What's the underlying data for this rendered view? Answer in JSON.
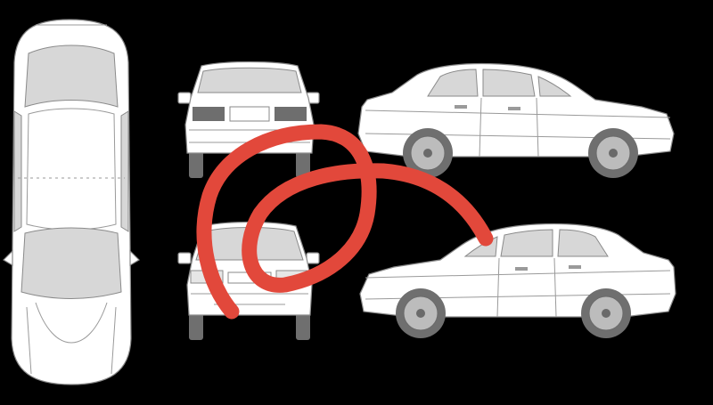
{
  "diagram": {
    "background_color": "#000000",
    "car_body_color": "#ffffff",
    "glass_color": "#d7d7d7",
    "tire_color": "#6f6f6f",
    "annotation_color": "#e2483b",
    "views": [
      "top",
      "rear",
      "front",
      "left-side",
      "right-side"
    ]
  }
}
